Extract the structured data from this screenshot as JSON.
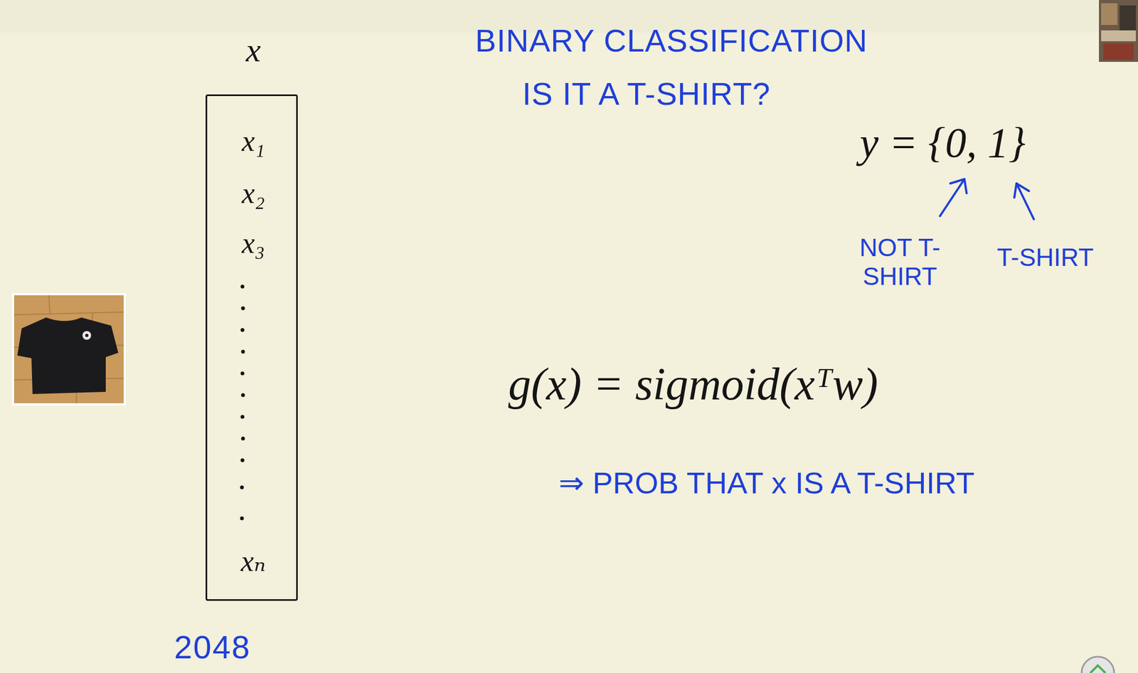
{
  "diagram": {
    "title": "BINARY CLASSIFICATION",
    "nodes": [
      {
        "text": [
          "x",
          "x₁",
          "x₂",
          "x₃",
          "xₙ"
        ]
      }
    ],
    "edges": [],
    "labels": [
      "IS IT A T-SHIRT?",
      "y = {0, 1}",
      "NOT T-SHIRT",
      "T-SHIRT",
      "g(x) = sigmoid(xᵀw)",
      "⇒ PROB THAT x IS A T-SHIRT",
      "2048"
    ]
  }
}
